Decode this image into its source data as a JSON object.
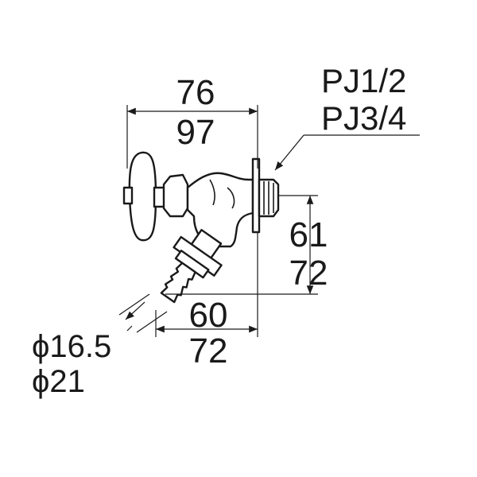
{
  "dimensions": {
    "width_top": [
      "76",
      "97"
    ],
    "connection": [
      "PJ1/2",
      "PJ3/4"
    ],
    "height_right": [
      "61",
      "72"
    ],
    "width_bottom": [
      "60",
      "72"
    ],
    "hose_diameter": [
      "ϕ16.5",
      "ϕ21"
    ]
  },
  "colors": {
    "line": "#1a1a1a",
    "background": "#ffffff"
  }
}
